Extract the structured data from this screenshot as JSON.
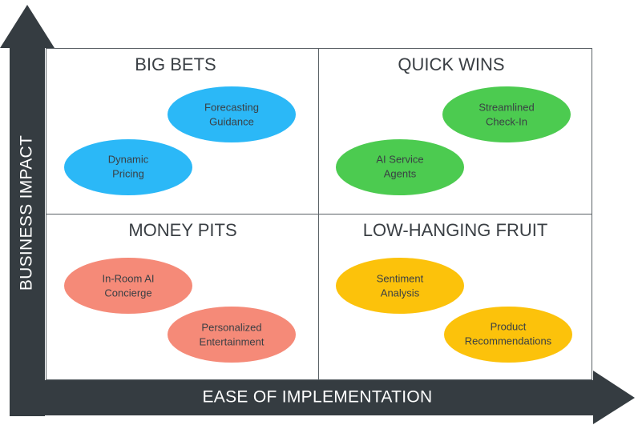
{
  "axes": {
    "y_label": "BUSINESS IMPACT",
    "x_label": "EASE OF IMPLEMENTATION"
  },
  "colors": {
    "axis": "#353c41",
    "grid": "#5a6166",
    "big_bets": "#2bb8f7",
    "quick_wins": "#4ccb50",
    "money_pits": "#f58a78",
    "low_hanging_fruit": "#fcc20b"
  },
  "quadrants": {
    "big_bets": {
      "title": "BIG BETS",
      "items": [
        {
          "line1": "Forecasting",
          "line2": "Guidance"
        },
        {
          "line1": "Dynamic",
          "line2": "Pricing"
        }
      ]
    },
    "quick_wins": {
      "title": "QUICK WINS",
      "items": [
        {
          "line1": "Streamlined",
          "line2": "Check-In"
        },
        {
          "line1": "AI Service",
          "line2": "Agents"
        }
      ]
    },
    "money_pits": {
      "title": "MONEY PITS",
      "items": [
        {
          "line1": "In-Room AI",
          "line2": "Concierge"
        },
        {
          "line1": "Personalized",
          "line2": "Entertainment"
        }
      ]
    },
    "low_hanging_fruit": {
      "title": "LOW-HANGING FRUIT",
      "items": [
        {
          "line1": "Sentiment",
          "line2": "Analysis"
        },
        {
          "line1": "Product",
          "line2": "Recommendations"
        }
      ]
    }
  }
}
